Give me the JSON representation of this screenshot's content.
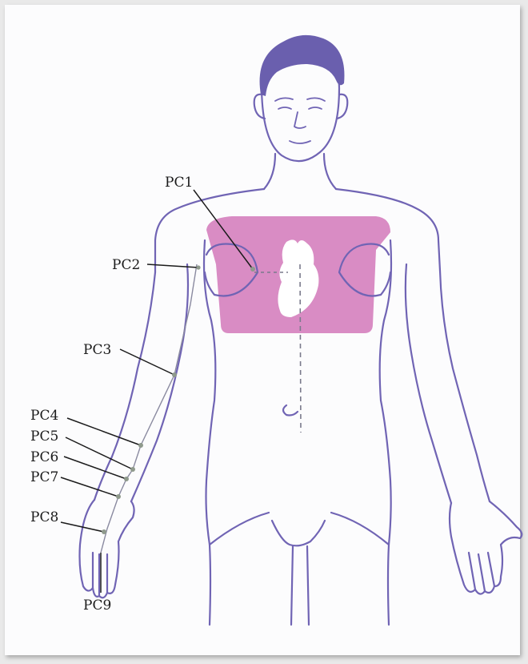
{
  "figure": {
    "labels": {
      "pc1": "PC1",
      "pc2": "PC2",
      "pc3": "PC3",
      "pc4": "PC4",
      "pc5": "PC5",
      "pc6": "PC6",
      "pc7": "PC7",
      "pc8": "PC8",
      "pc9": "PC9"
    },
    "colors": {
      "outline": "#7064b4",
      "hair": "#6a5fae",
      "chest_region": "#d98cc4",
      "heart": "#ffffff",
      "meridian_line": "#8a8aa0",
      "leader_line": "#1b1b1b",
      "point": "#8f9a8c"
    }
  }
}
